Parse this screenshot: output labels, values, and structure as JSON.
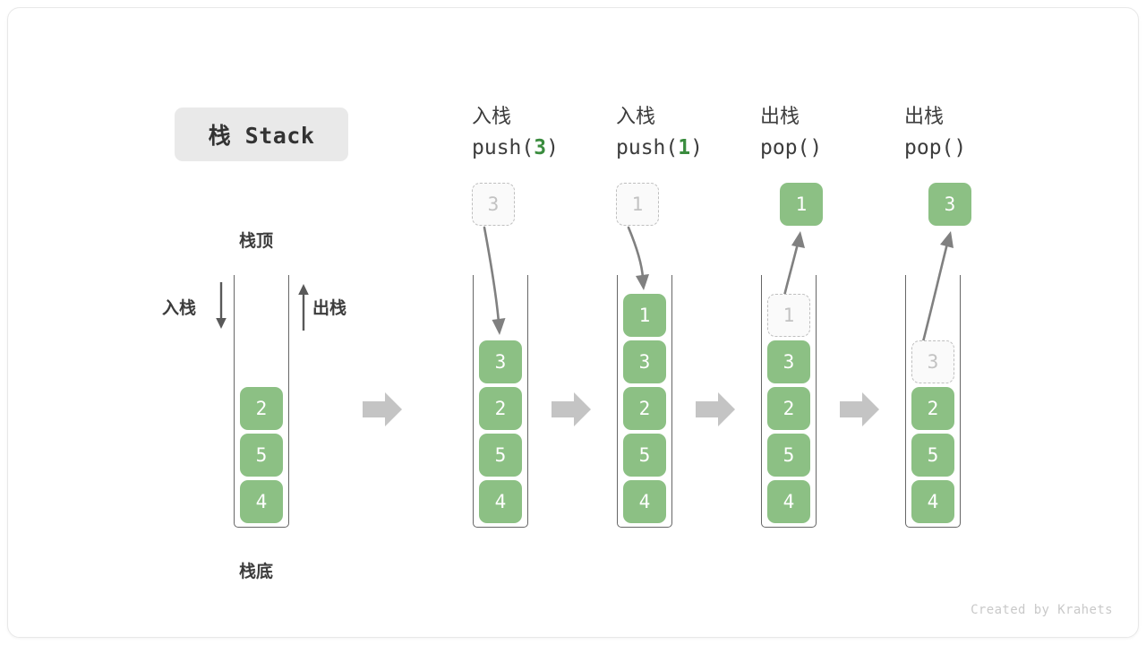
{
  "title": {
    "label": "栈 Stack"
  },
  "colors": {
    "cell_fill": "#8cc084",
    "cell_text": "#ffffff",
    "ghost_border": "#bfbfbf",
    "ghost_text": "#c2c2c2",
    "arrow_gray": "#808080",
    "block_arrow": "#c4c4c4",
    "accent_green": "#3a8c3e",
    "label_dark": "#3c3c3c",
    "chip_bg": "#e9e9e9"
  },
  "initial": {
    "top_label": "栈顶",
    "bottom_label": "栈底",
    "push_label": "入栈",
    "pop_label": "出栈",
    "cells": [
      "2",
      "5",
      "4"
    ]
  },
  "stages": [
    {
      "id": "push-3",
      "head_line1": "入栈",
      "head_op": "push(",
      "head_arg": "3",
      "head_close": ")",
      "incoming_ghost": "3",
      "direction": "in",
      "cells": [
        "3",
        "2",
        "5",
        "4"
      ]
    },
    {
      "id": "push-1",
      "head_line1": "入栈",
      "head_op": "push(",
      "head_arg": "1",
      "head_close": ")",
      "incoming_ghost": "1",
      "direction": "in",
      "cells": [
        "1",
        "3",
        "2",
        "5",
        "4"
      ]
    },
    {
      "id": "pop-1",
      "head_line1": "出栈",
      "head_op": "pop(",
      "head_arg": "",
      "head_close": ")",
      "outgoing_value": "1",
      "direction": "out",
      "ghost_cell": "1",
      "cells": [
        "3",
        "2",
        "5",
        "4"
      ]
    },
    {
      "id": "pop-3",
      "head_line1": "出栈",
      "head_op": "pop(",
      "head_arg": "",
      "head_close": ")",
      "outgoing_value": "3",
      "direction": "out",
      "ghost_cell": "3",
      "cells": [
        "2",
        "5",
        "4"
      ]
    }
  ],
  "footer": {
    "credit": "Created by Krahets"
  }
}
